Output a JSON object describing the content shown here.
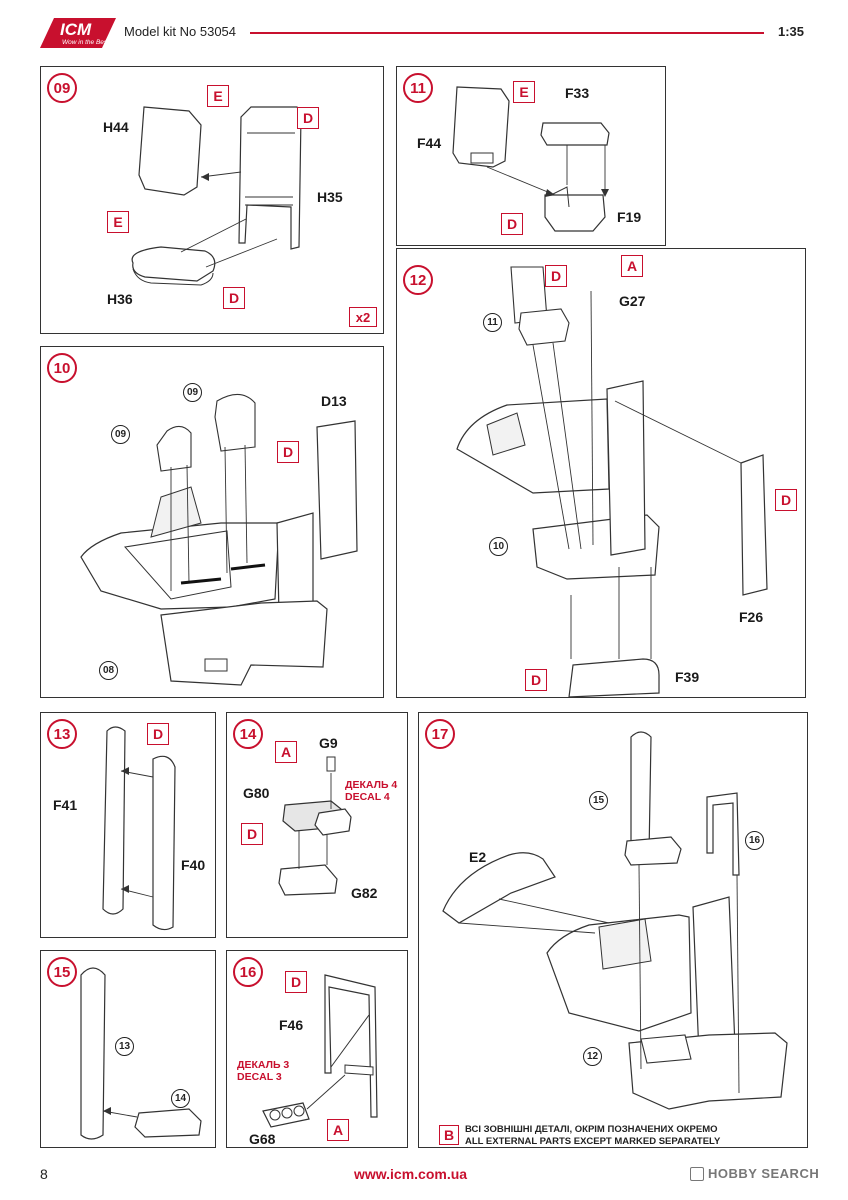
{
  "header": {
    "logo_text": "ICM",
    "logo_tagline": "Wow in the Best",
    "model_kit": "Model kit No 53054",
    "scale": "1:35"
  },
  "footer": {
    "page_number": "8",
    "website": "www.icm.com.ua",
    "watermark": "HOBBY SEARCH"
  },
  "steps": {
    "s09": {
      "num": "09",
      "parts": {
        "h44": "H44",
        "h35": "H35",
        "h36": "H36"
      },
      "quantity": "x2",
      "paint_e1": "E",
      "paint_d1": "D",
      "paint_e2": "E",
      "paint_d2": "D"
    },
    "s10": {
      "num": "10",
      "parts": {
        "d13": "D13"
      },
      "ref_a": "09",
      "ref_b": "09",
      "ref_c": "08",
      "paint_d": "D"
    },
    "s11": {
      "num": "11",
      "parts": {
        "f44": "F44",
        "f33": "F33",
        "f19": "F19"
      },
      "paint_e": "E",
      "paint_d": "D"
    },
    "s12": {
      "num": "12",
      "parts": {
        "g27": "G27",
        "f26": "F26",
        "f39": "F39"
      },
      "ref_a": "11",
      "ref_b": "10",
      "paint_d1": "D",
      "paint_a": "A",
      "paint_d2": "D",
      "paint_d3": "D"
    },
    "s13": {
      "num": "13",
      "parts": {
        "f41": "F41",
        "f40": "F40"
      },
      "paint_d": "D"
    },
    "s14": {
      "num": "14",
      "parts": {
        "g9": "G9",
        "g80": "G80",
        "g82": "G82"
      },
      "paint_a": "A",
      "paint_d": "D",
      "decal_ua": "ДЕКАЛЬ 4",
      "decal_en": "DECAL 4"
    },
    "s15": {
      "num": "15",
      "ref_a": "13",
      "ref_b": "14"
    },
    "s16": {
      "num": "16",
      "parts": {
        "f46": "F46",
        "g68": "G68"
      },
      "paint_d": "D",
      "paint_a": "A",
      "decal_ua": "ДЕКАЛЬ 3",
      "decal_en": "DECAL 3"
    },
    "s17": {
      "num": "17",
      "parts": {
        "e2": "E2"
      },
      "ref_a": "15",
      "ref_b": "16",
      "ref_c": "12",
      "note_letter": "B",
      "note_ua": "ВСІ ЗОВНІШНІ ДЕТАЛІ, ОКРІМ ПОЗНАЧЕНИХ ОКРЕМО",
      "note_en": "ALL EXTERNAL PARTS EXCEPT MARKED SEPARATELY"
    }
  },
  "colors": {
    "accent": "#c8102e",
    "line": "#333333"
  }
}
